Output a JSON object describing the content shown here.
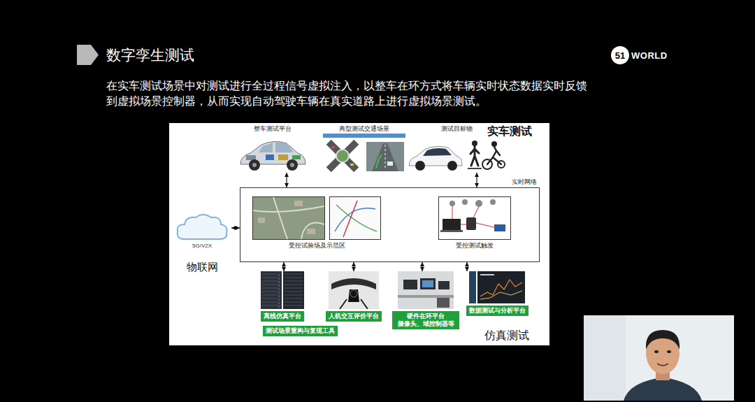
{
  "diagram": {
    "title": "数字孪生测试",
    "nodes": [
      {
        "text": [
          "整车测试平台"
        ]
      },
      {
        "text": [
          "典型测试交通场景"
        ]
      },
      {
        "text": [
          "测试目标物"
        ]
      },
      {
        "text": [
          "5G/V2X",
          "物联网"
        ]
      },
      {
        "text": [
          "实时网络"
        ]
      },
      {
        "text": [
          "受控试验场及示范区"
        ],
        "in": 4
      },
      {
        "text": [
          "受控测试触发"
        ],
        "in": 4
      },
      {
        "text": [
          "离线仿真平台"
        ]
      },
      {
        "text": [
          "人机交互评价平台"
        ]
      },
      {
        "text": [
          "硬件在环平台 摄像头、域控制器等"
        ]
      },
      {
        "text": [
          "数据测试与分析平台"
        ]
      },
      {
        "text": [
          "测试场景重构与复现工具"
        ]
      }
    ],
    "edges": [
      {
        "from": 0,
        "to": 4,
        "arrow": "both"
      },
      {
        "from": 2,
        "to": 4,
        "arrow": "both"
      },
      {
        "from": 3,
        "to": 4,
        "arrow": "both"
      },
      {
        "from": 4,
        "to": 7,
        "arrow": "both"
      },
      {
        "from": 4,
        "to": 8,
        "arrow": "both"
      },
      {
        "from": 4,
        "to": 9,
        "arrow": "both"
      },
      {
        "from": 4,
        "to": 10,
        "arrow": "both"
      }
    ],
    "labels": [
      "51",
      "WORLD",
      "在实车测试场景中对测试进行全过程信号虚拟注入，以整车在环方式将车辆实时状态数据实时反馈到虚拟场景控制器，从而实现自动驾驶车辆在真实道路上进行虚拟场景测试。",
      "实车测试",
      "仿真测试"
    ]
  }
}
